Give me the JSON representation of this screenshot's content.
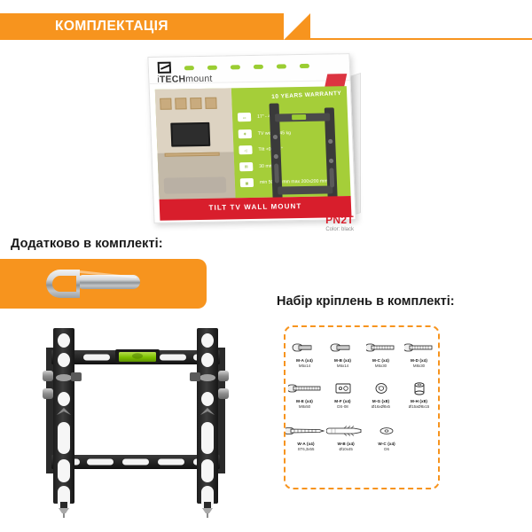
{
  "header": {
    "title": "КОМПЛЕКТАЦІЯ",
    "accent_color": "#F7941E"
  },
  "product_box": {
    "brand_prefix": "i",
    "brand_bold": "TECH",
    "brand_suffix": "mount",
    "warranty": "10 YEARS WARRANTY",
    "bottom_title": "TILT TV WALL MOUNT",
    "model": "PN2T",
    "color_label": "Color: black",
    "specs": [
      {
        "icon": "screen-size-icon",
        "text": "17\" - 43\""
      },
      {
        "icon": "weight-icon",
        "text": "TV weight 45 kg"
      },
      {
        "icon": "tilt-icon",
        "text": "Tilt +0° - -8°"
      },
      {
        "icon": "depth-icon",
        "text": "30 mm"
      },
      {
        "icon": "vesa-icon",
        "text": "min 50x50 mm  max 200x200 mm"
      }
    ]
  },
  "extra_section": {
    "heading": "Додатково в комплекті:",
    "item_icon": "wrench-icon",
    "panel_color": "#F7941E"
  },
  "bracket_section": {
    "product_icon": "tv-wall-mount-bracket",
    "level_color": "#8DC63F"
  },
  "kit_section": {
    "heading": "Набір кріплень в комплекті:",
    "border_color": "#F7941E",
    "rows": [
      [
        {
          "art": "pan-head-screw",
          "name": "M-A (x4)",
          "spec": "M5x14"
        },
        {
          "art": "pan-head-screw",
          "name": "M-B (x4)",
          "spec": "M6x14"
        },
        {
          "art": "long-screw",
          "name": "M-C (x4)",
          "spec": "M6x30"
        },
        {
          "art": "long-screw",
          "name": "M-D (x4)",
          "spec": "M8x30"
        }
      ],
      [
        {
          "art": "long-screw",
          "name": "M-E (x4)",
          "spec": "M8x50"
        },
        {
          "art": "spacer-plate",
          "name": "M-F (x4)",
          "spec": "DS-08"
        },
        {
          "art": "flat-washer",
          "name": "M-G (x8)",
          "spec": "Ø16xØ8x5"
        },
        {
          "art": "cylinder-spacer",
          "name": "M-H (x8)",
          "spec": "Ø15xØ8x15"
        }
      ],
      [
        {
          "art": "wood-screw",
          "name": "W-A (x4)",
          "spec": "ST6,3x55"
        },
        {
          "art": "wall-anchor",
          "name": "W-B (x4)",
          "spec": "Ø10x45"
        },
        {
          "art": "small-washer",
          "name": "W-C (x4)",
          "spec": "D6"
        }
      ]
    ]
  }
}
